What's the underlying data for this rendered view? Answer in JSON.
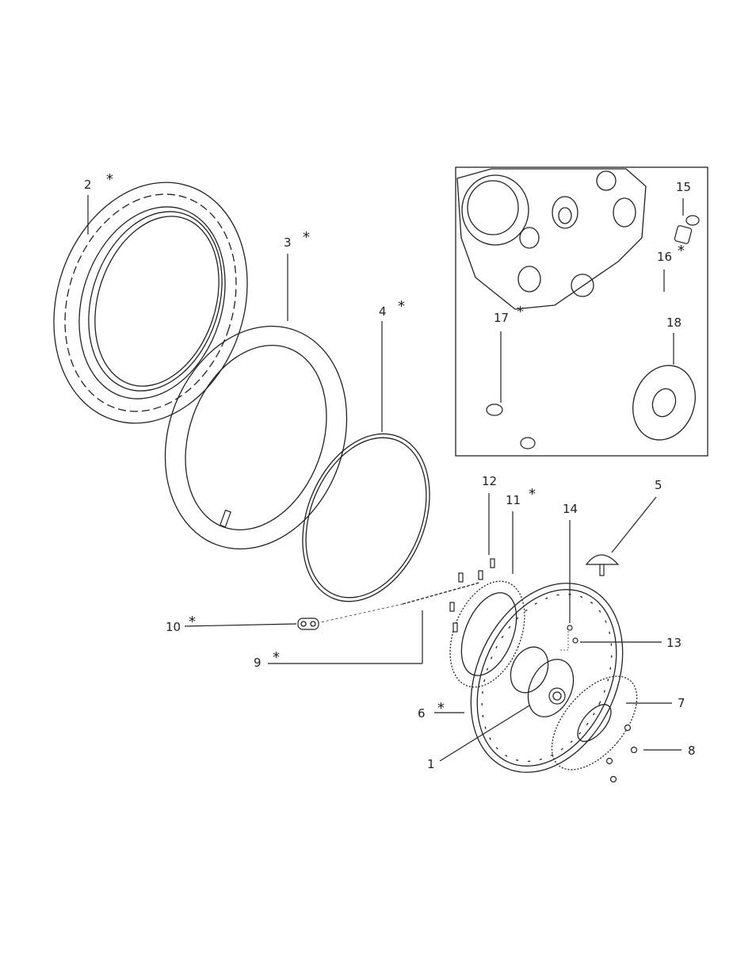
{
  "callouts": [
    {
      "id": "c2",
      "number": "2",
      "star": "*"
    },
    {
      "id": "c3",
      "number": "3",
      "star": "*"
    },
    {
      "id": "c4",
      "number": "4",
      "star": "*"
    },
    {
      "id": "c15",
      "number": "15",
      "star": ""
    },
    {
      "id": "c16",
      "number": "16",
      "star": "*"
    },
    {
      "id": "c17",
      "number": "17",
      "star": "*"
    },
    {
      "id": "c18",
      "number": "18",
      "star": ""
    },
    {
      "id": "c12",
      "number": "12",
      "star": ""
    },
    {
      "id": "c11",
      "number": "11",
      "star": "*"
    },
    {
      "id": "c14",
      "number": "14",
      "star": ""
    },
    {
      "id": "c5",
      "number": "5",
      "star": ""
    },
    {
      "id": "c10",
      "number": "10",
      "star": "*"
    },
    {
      "id": "c13",
      "number": "13",
      "star": ""
    },
    {
      "id": "c9",
      "number": "9",
      "star": "*"
    },
    {
      "id": "c6",
      "number": "6",
      "star": "*"
    },
    {
      "id": "c7",
      "number": "7",
      "star": ""
    },
    {
      "id": "c8",
      "number": "8",
      "star": ""
    },
    {
      "id": "c1",
      "number": "1",
      "star": ""
    }
  ]
}
